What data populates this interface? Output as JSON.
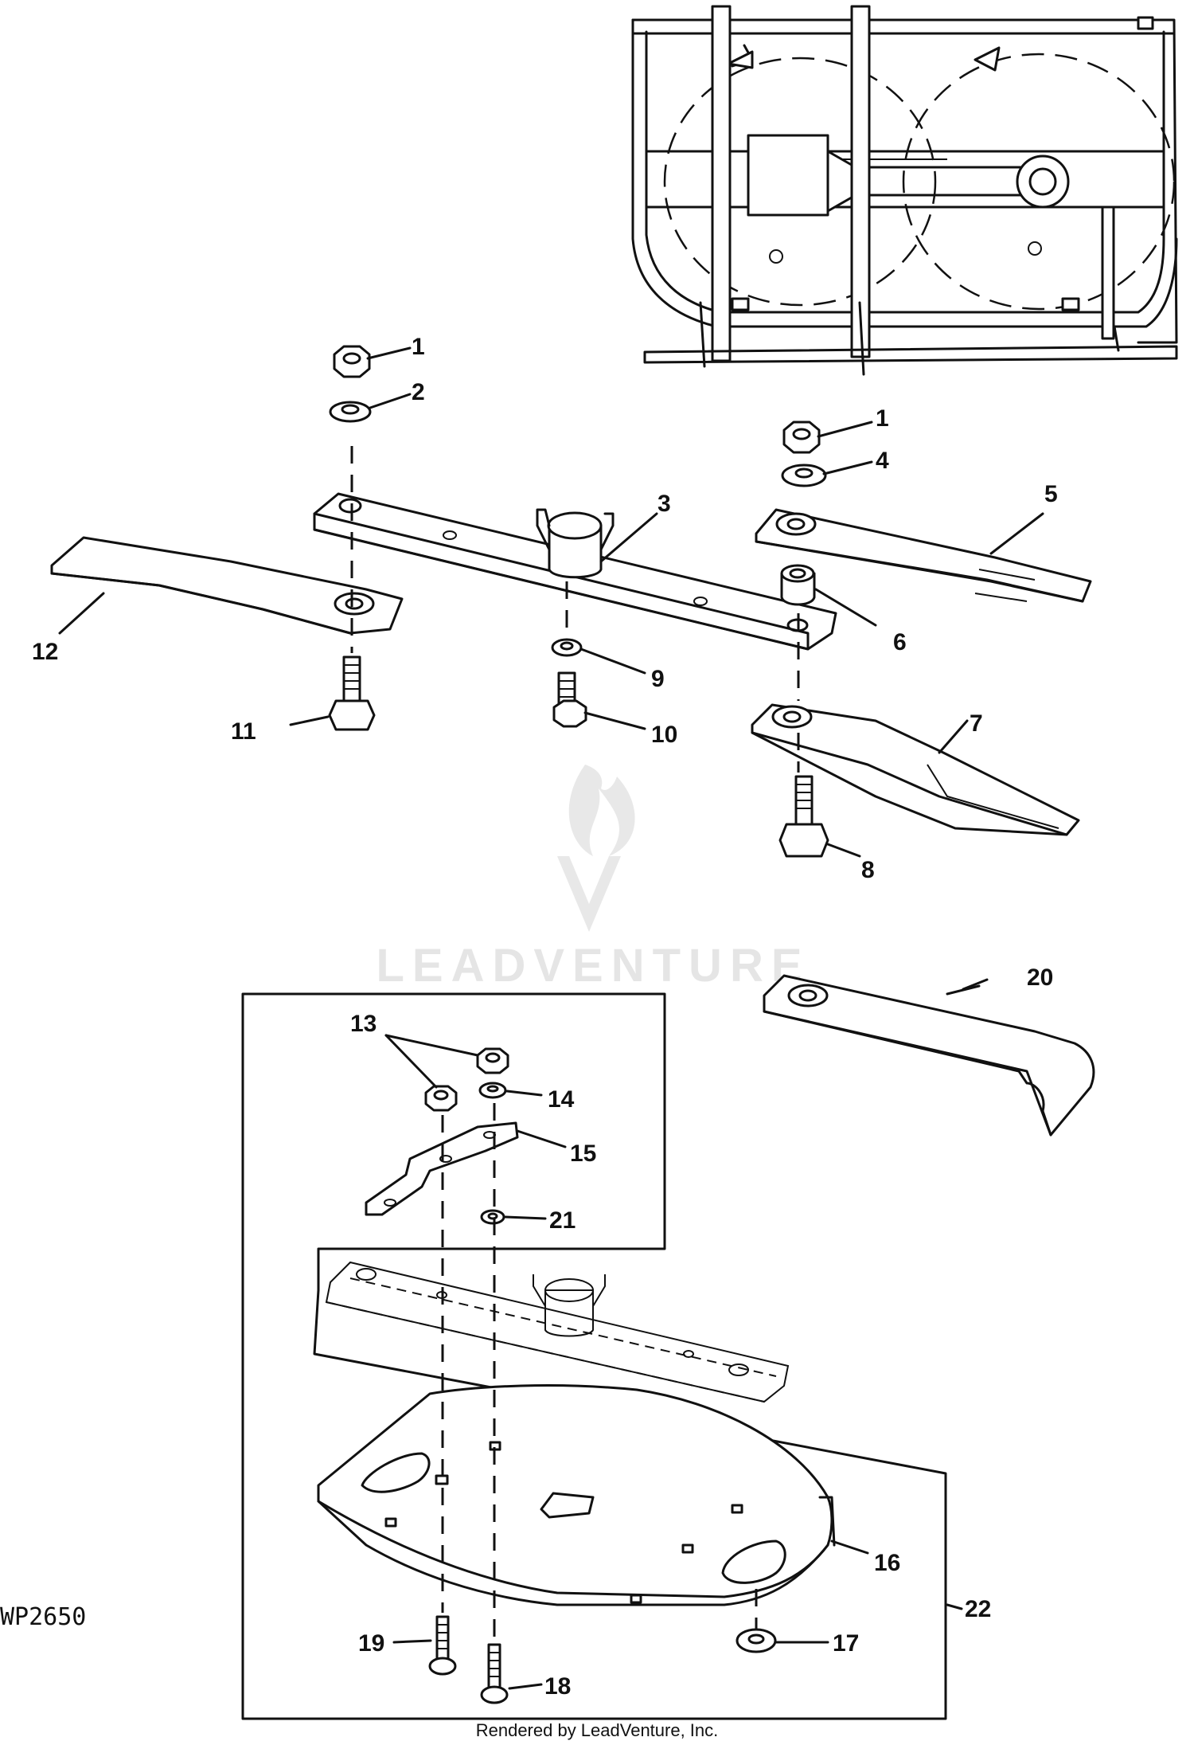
{
  "figure_id": "WP2650",
  "footer_text": "Rendered by LeadVenture, Inc.",
  "watermark_text": "LEADVENTURE",
  "colors": {
    "ink": "#111111",
    "paper": "#ffffff",
    "watermark": "#e5e5e5"
  },
  "callouts": [
    {
      "id": "1a",
      "label": "1"
    },
    {
      "id": "2",
      "label": "2"
    },
    {
      "id": "3",
      "label": "3"
    },
    {
      "id": "1b",
      "label": "1"
    },
    {
      "id": "4",
      "label": "4"
    },
    {
      "id": "5",
      "label": "5"
    },
    {
      "id": "6",
      "label": "6"
    },
    {
      "id": "7",
      "label": "7"
    },
    {
      "id": "8",
      "label": "8"
    },
    {
      "id": "9",
      "label": "9"
    },
    {
      "id": "10",
      "label": "10"
    },
    {
      "id": "11",
      "label": "11"
    },
    {
      "id": "12",
      "label": "12"
    },
    {
      "id": "13",
      "label": "13"
    },
    {
      "id": "14",
      "label": "14"
    },
    {
      "id": "15",
      "label": "15"
    },
    {
      "id": "16",
      "label": "16"
    },
    {
      "id": "17",
      "label": "17"
    },
    {
      "id": "18",
      "label": "18"
    },
    {
      "id": "19",
      "label": "19"
    },
    {
      "id": "20",
      "label": "20"
    },
    {
      "id": "21",
      "label": "21"
    },
    {
      "id": "22",
      "label": "22"
    }
  ]
}
